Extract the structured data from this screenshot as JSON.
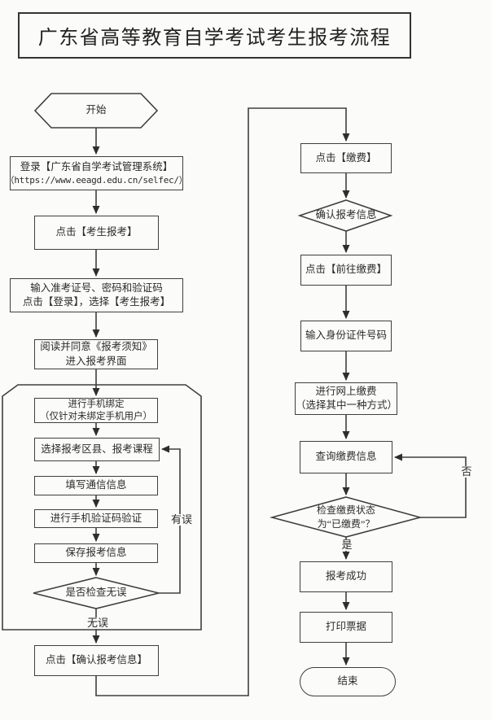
{
  "title": "广东省高等教育自学考试考生报考流程",
  "left": {
    "start": "开始",
    "login1": "登录【广东省自学考试管理系统】",
    "login2": "（https://www.eeagd.edu.cn/selfec/）",
    "click_register": "点击【考生报考】",
    "input1": "输入准考证号、密码和验证码",
    "input2": "点击【登录】，选择【考生报考】",
    "agree1": "阅读并同意《报考须知》",
    "agree2": "进入报考界面",
    "bind1": "进行手机绑定",
    "bind2": "（仅针对未绑定手机用户）",
    "select_course": "选择报考区县、报考课程",
    "fill_contact": "填写通信信息",
    "sms_verify": "进行手机验证码验证",
    "save_info": "保存报考信息",
    "check_diamond": "是否检查无误",
    "label_error": "有误",
    "label_no_error": "无误",
    "confirm_info": "点击【确认报考信息】"
  },
  "right": {
    "pay": "点击【缴费】",
    "confirm_diamond": "确认报考信息",
    "goto_pay": "点击【前往缴费】",
    "input_id": "输入身份证件号码",
    "online1": "进行网上缴费",
    "online2": "（选择其中一种方式）",
    "query_pay": "查询缴费信息",
    "status1": "检查缴费状态",
    "status2": "为“已缴费”？",
    "label_no": "否",
    "label_yes": "是",
    "success": "报考成功",
    "print_receipt": "打印票据",
    "end": "结束"
  }
}
